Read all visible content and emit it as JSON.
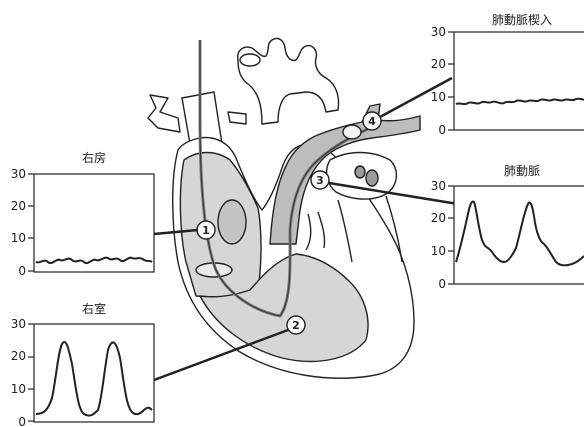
{
  "panels": {
    "ra": {
      "title": "右房",
      "ticks": [
        "30",
        "20",
        "10",
        "0"
      ]
    },
    "rv": {
      "title": "右室",
      "ticks": [
        "30",
        "20",
        "10",
        "0"
      ]
    },
    "pa": {
      "title": "肺動脈",
      "ticks": [
        "30",
        "20",
        "10",
        "0"
      ]
    },
    "pcwp": {
      "title": "肺動脈楔入",
      "ticks": [
        "30",
        "20",
        "10",
        "0"
      ]
    }
  },
  "markers": [
    "1",
    "2",
    "3",
    "4"
  ],
  "colors": {
    "line": "#222222",
    "chamber_shade": "#d6d6d6",
    "vessel_shade": "#bdbdbd",
    "catheter": "#7a7a7a"
  }
}
